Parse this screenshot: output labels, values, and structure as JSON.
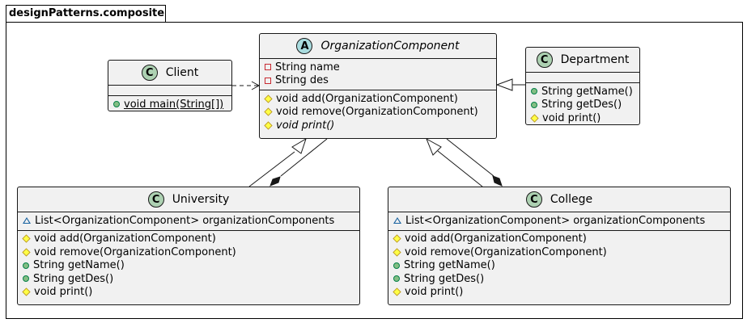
{
  "package": {
    "name": "designPatterns.composite"
  },
  "classes": {
    "client": {
      "stereotype": "C",
      "name": "Client",
      "fields": [],
      "methods": [
        {
          "vis": "public",
          "text": "void main(String[])",
          "static": true
        }
      ]
    },
    "organization_component": {
      "stereotype": "A",
      "name": "OrganizationComponent",
      "fields": [
        {
          "vis": "private",
          "text": "String name"
        },
        {
          "vis": "private",
          "text": "String des"
        }
      ],
      "methods": [
        {
          "vis": "protected",
          "text": "void add(OrganizationComponent)"
        },
        {
          "vis": "protected",
          "text": "void remove(OrganizationComponent)"
        },
        {
          "vis": "protected",
          "text": "void print()",
          "abstract": true
        }
      ]
    },
    "department": {
      "stereotype": "C",
      "name": "Department",
      "fields": [],
      "methods": [
        {
          "vis": "public",
          "text": "String getName()"
        },
        {
          "vis": "public",
          "text": "String getDes()"
        },
        {
          "vis": "protected",
          "text": "void print()"
        }
      ]
    },
    "university": {
      "stereotype": "C",
      "name": "University",
      "fields": [
        {
          "vis": "package",
          "text": "List<OrganizationComponent> organizationComponents"
        }
      ],
      "methods": [
        {
          "vis": "protected",
          "text": "void add(OrganizationComponent)"
        },
        {
          "vis": "protected",
          "text": "void remove(OrganizationComponent)"
        },
        {
          "vis": "public",
          "text": "String getName()"
        },
        {
          "vis": "public",
          "text": "String getDes()"
        },
        {
          "vis": "protected",
          "text": "void print()"
        }
      ]
    },
    "college": {
      "stereotype": "C",
      "name": "College",
      "fields": [
        {
          "vis": "package",
          "text": "List<OrganizationComponent> organizationComponents"
        }
      ],
      "methods": [
        {
          "vis": "protected",
          "text": "void add(OrganizationComponent)"
        },
        {
          "vis": "protected",
          "text": "void remove(OrganizationComponent)"
        },
        {
          "vis": "public",
          "text": "String getName()"
        },
        {
          "vis": "public",
          "text": "String getDes()"
        },
        {
          "vis": "protected",
          "text": "void print()"
        }
      ]
    }
  },
  "relations": [
    {
      "from": "Client",
      "to": "OrganizationComponent",
      "type": "dependency"
    },
    {
      "from": "Department",
      "to": "OrganizationComponent",
      "type": "generalization"
    },
    {
      "from": "University",
      "to": "OrganizationComponent",
      "type": "generalization"
    },
    {
      "from": "University",
      "to": "OrganizationComponent",
      "type": "composition"
    },
    {
      "from": "College",
      "to": "OrganizationComponent",
      "type": "generalization"
    },
    {
      "from": "College",
      "to": "OrganizationComponent",
      "type": "composition"
    }
  ]
}
